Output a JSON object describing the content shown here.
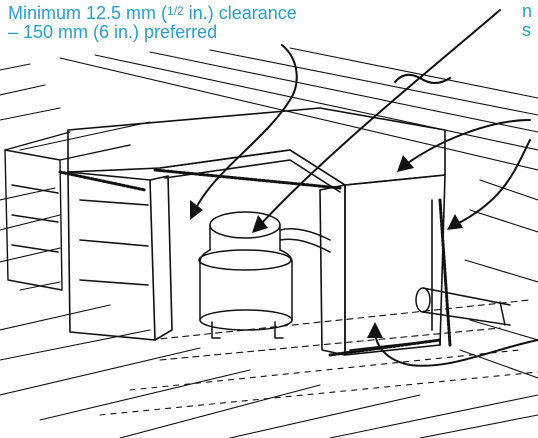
{
  "caption": {
    "line1_prefix": "Minimum 12.5 mm (",
    "fraction": "1/2",
    "line1_suffix": " in.) clearance",
    "line2": "– 150 mm (6 in.) preferred"
  },
  "caption_right": {
    "line1": "n",
    "line2": "s"
  },
  "colors": {
    "caption": "#2a9fd0",
    "ink": "#111111",
    "paper": "#ffffff"
  },
  "icons": [
    "water-heater-drawing",
    "arrow-icon"
  ]
}
